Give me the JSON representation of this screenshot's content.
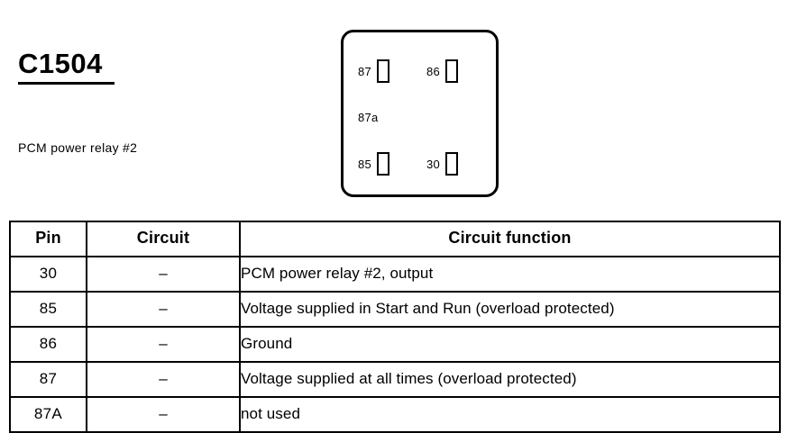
{
  "header": {
    "connector_id": "C1504",
    "description": "PCM power relay #2"
  },
  "relay_diagram": {
    "name": "relay-connector-face",
    "pins": [
      {
        "label": "87",
        "position": "top-left"
      },
      {
        "label": "86",
        "position": "top-right"
      },
      {
        "label": "87a",
        "position": "middle-left",
        "has_terminal": false
      },
      {
        "label": "85",
        "position": "bottom-left"
      },
      {
        "label": "30",
        "position": "bottom-right"
      }
    ]
  },
  "table": {
    "columns": [
      "Pin",
      "Circuit",
      "Circuit function"
    ],
    "rows": [
      {
        "pin": "30",
        "circuit": "–",
        "function": "PCM power relay #2, output"
      },
      {
        "pin": "85",
        "circuit": "–",
        "function": "Voltage supplied in Start and Run (overload protected)"
      },
      {
        "pin": "86",
        "circuit": "–",
        "function": "Ground"
      },
      {
        "pin": "87",
        "circuit": "–",
        "function": "Voltage supplied at all times (overload protected)"
      },
      {
        "pin": "87A",
        "circuit": "–",
        "function": "not used"
      }
    ]
  },
  "colors": {
    "ink": "#000000",
    "paper": "#ffffff"
  }
}
